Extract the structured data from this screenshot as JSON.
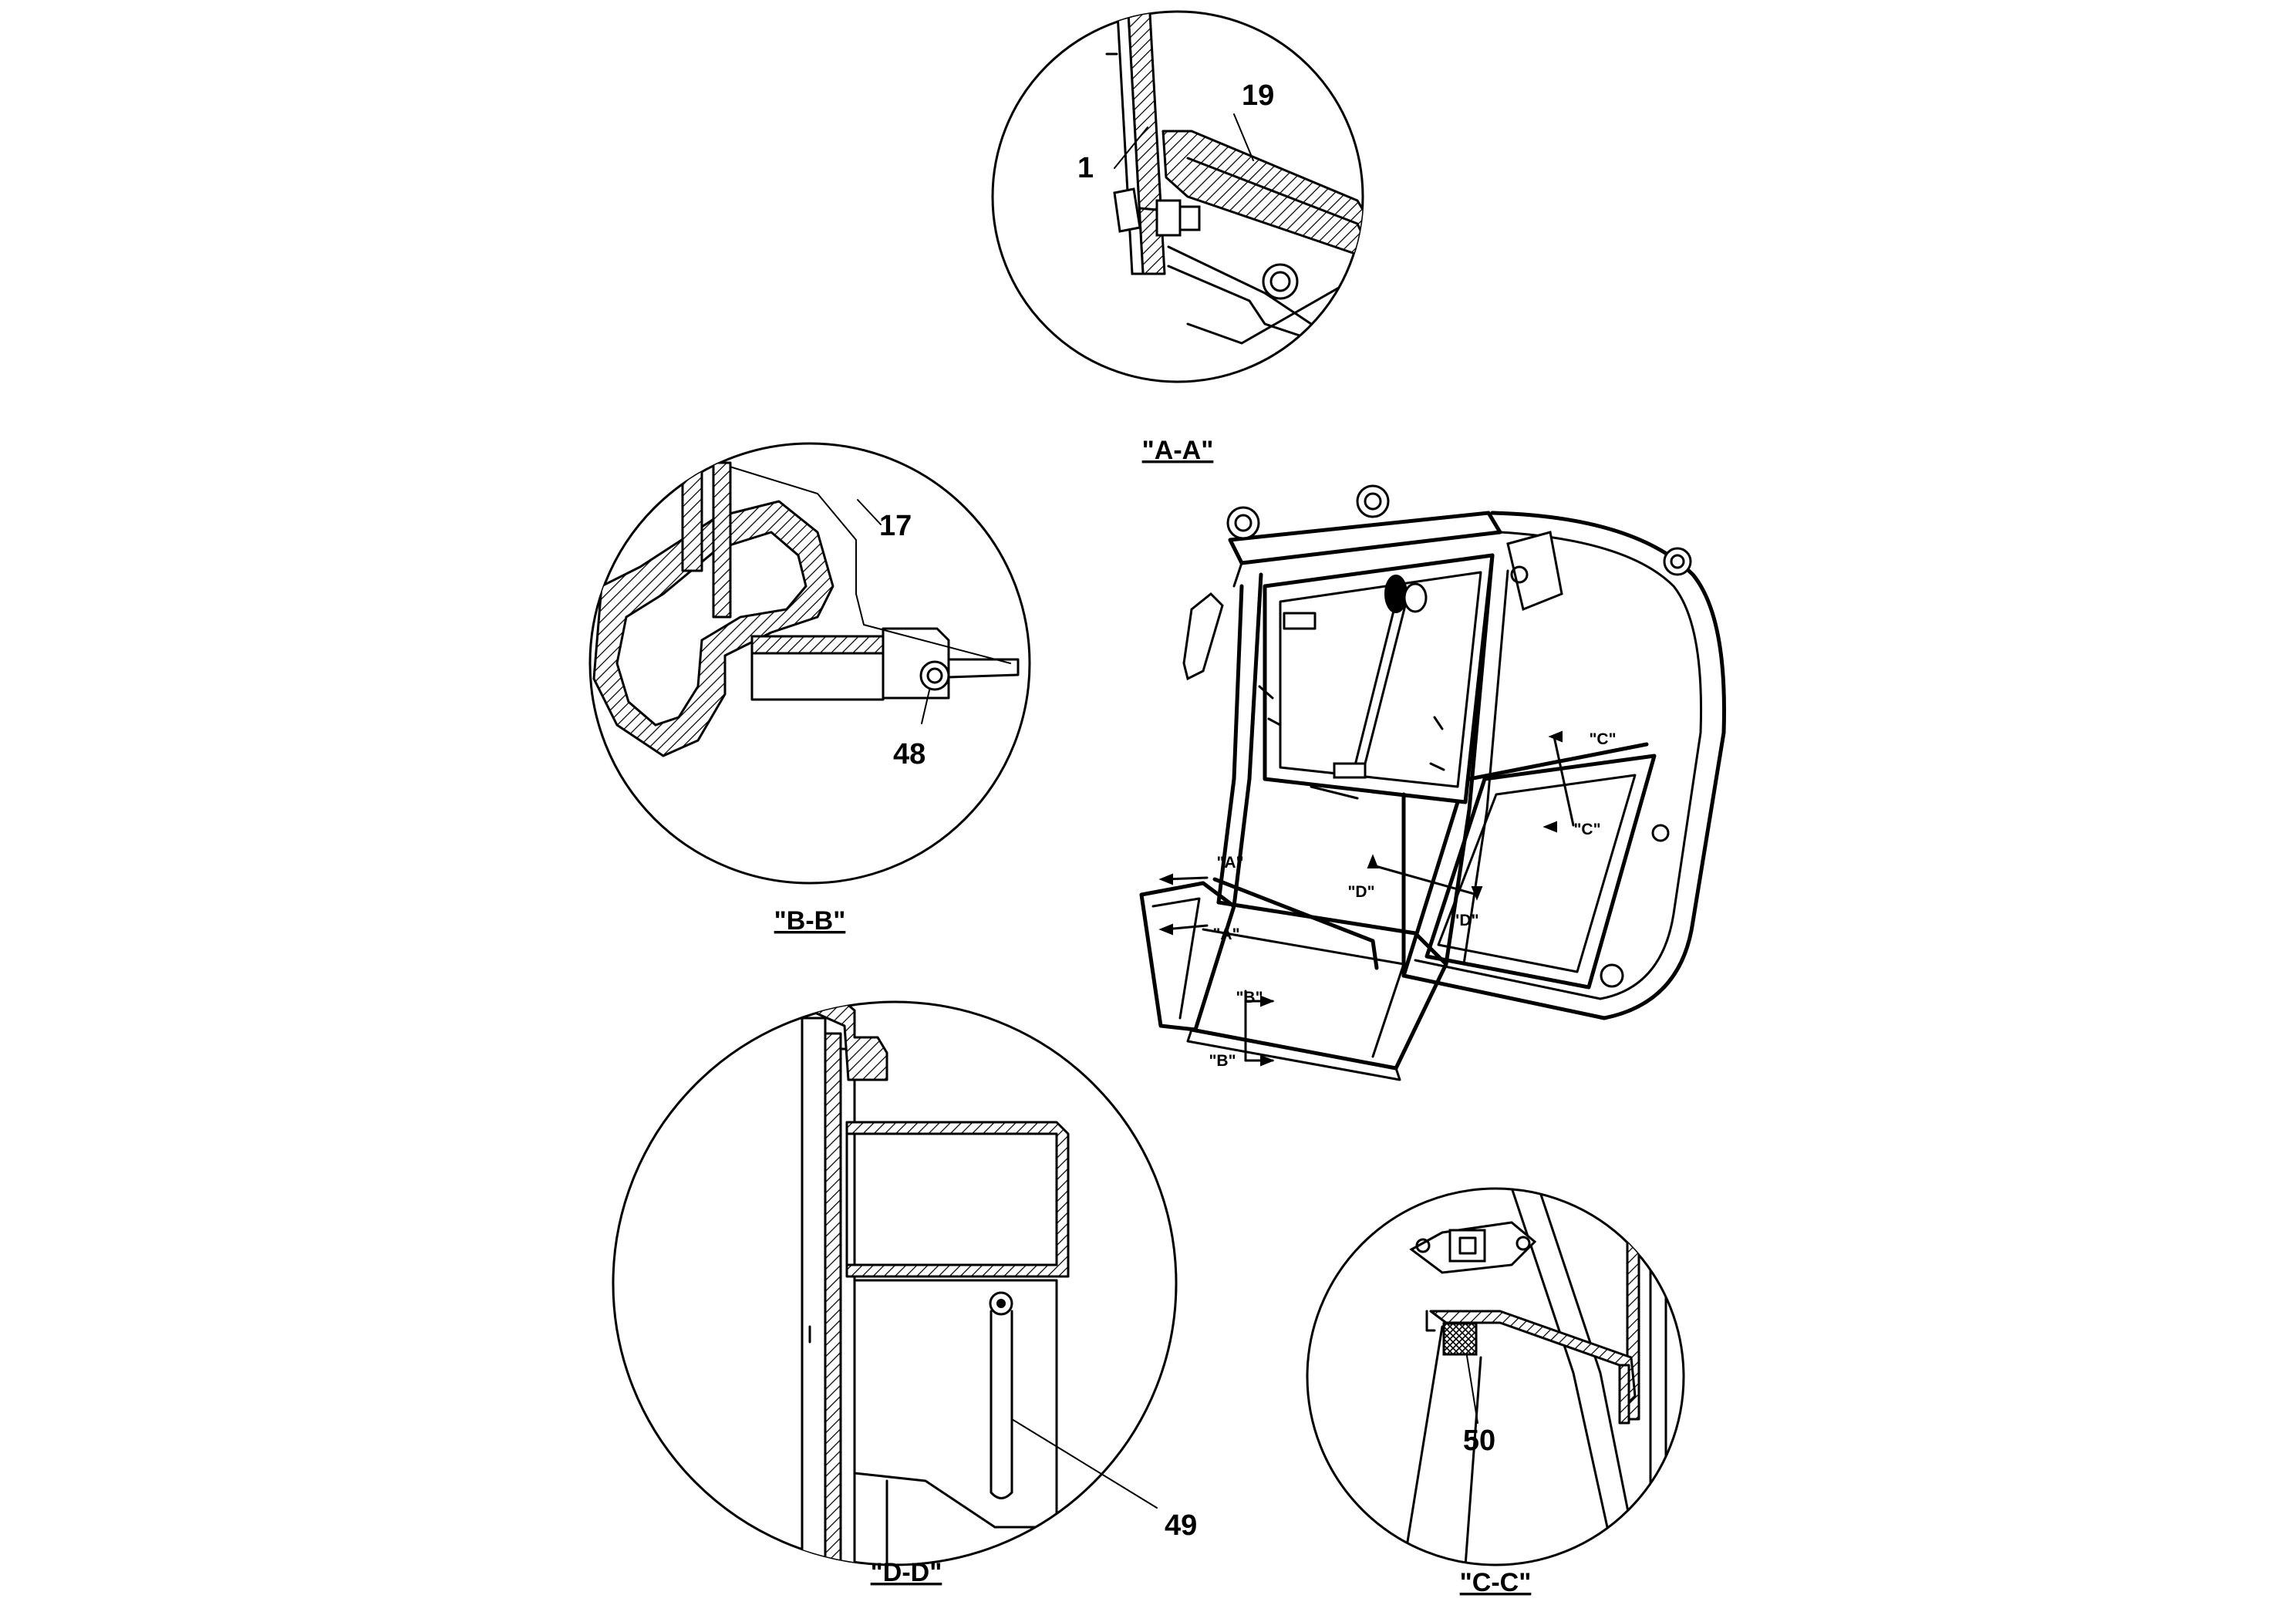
{
  "sections": {
    "aa": {
      "label": "\"A-A\"",
      "callouts": [
        "1",
        "19"
      ]
    },
    "bb": {
      "label": "\"B-B\"",
      "callouts": [
        "17",
        "48"
      ]
    },
    "dd": {
      "label": "\"D-D\"",
      "callouts": [
        "49"
      ]
    },
    "cc": {
      "label": "\"C-C\"",
      "callouts": [
        "50"
      ]
    }
  },
  "cabin": {
    "cut_labels": {
      "a_top": "\"A\"",
      "a_bottom": "\"A\"",
      "b_top": "\"B\"",
      "b_bottom": "\"B\"",
      "c_top": "\"C\"",
      "c_bottom": "\"C\"",
      "d_left": "\"D\"",
      "d_right": "\"D\""
    }
  }
}
